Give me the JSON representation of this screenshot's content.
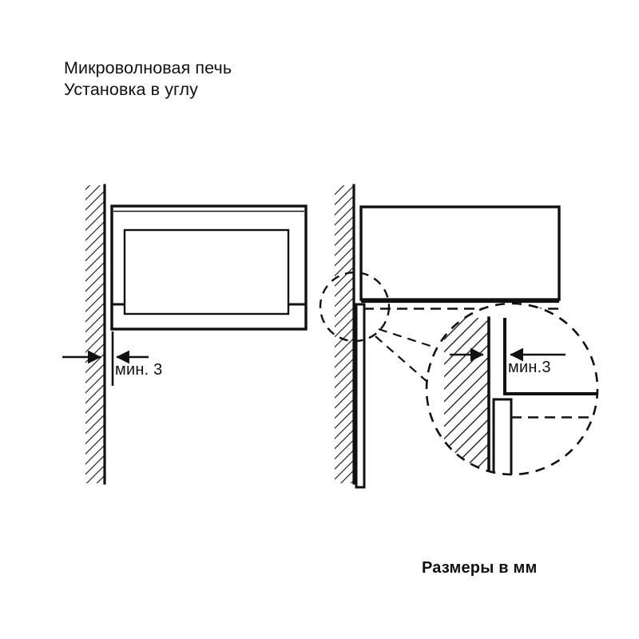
{
  "document": {
    "title_lines": [
      "Микроволновая печь",
      "Установка в углу"
    ],
    "units_note": "Размеры в мм"
  },
  "diagrams": {
    "front_view": {
      "name": "front-view",
      "dimension_label": "мин. 3",
      "wall_label": "wall-hatched",
      "appliance_label": "microwave-front"
    },
    "top_view": {
      "name": "top-view",
      "dimension_label": "мин.3",
      "wall_label": "wall-hatched",
      "appliance_label": "microwave-body",
      "door_label": "microwave-door"
    }
  },
  "style": {
    "line_color": "#111111",
    "background": "#ffffff",
    "hatch_color": "#111111"
  }
}
